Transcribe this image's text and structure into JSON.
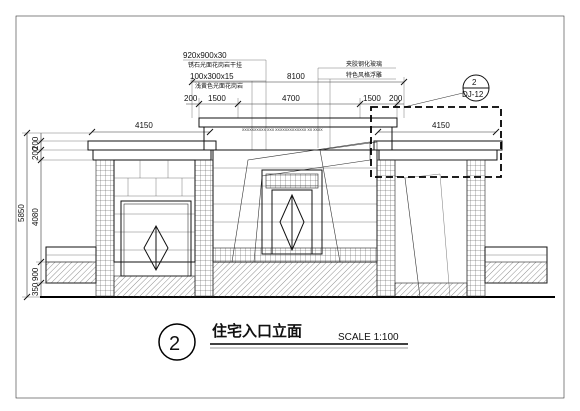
{
  "title": {
    "number": "2",
    "name": "住宅入口立面",
    "scale": "SCALE 1:100"
  },
  "detail_tag": {
    "number": "2",
    "ref": "DJ-12"
  },
  "dimensions": {
    "top_total": "8100",
    "top_left_small": "200",
    "top_left_seg": "1500",
    "top_mid_seg": "4700",
    "top_right_seg": "1500",
    "top_right_small": "200",
    "left_span": "4150",
    "right_span": "4150",
    "height_total": "5850",
    "height_main": "4080",
    "height_base": "900",
    "height_plinth": "350",
    "height_top_a": "200",
    "height_top_b": "200"
  },
  "notes": {
    "n1": "920x900x30",
    "n2": "锈石光面花岗岩干挂",
    "n3": "100x300x15",
    "n4": "浅黄色光面花岗岩",
    "n5": "夹胶钢化玻璃",
    "n6": "特色风格浮雕",
    "n7": "XXXXXXXXXX  XXX  XXXXXXXXXXXXX  XX  XXXX"
  }
}
